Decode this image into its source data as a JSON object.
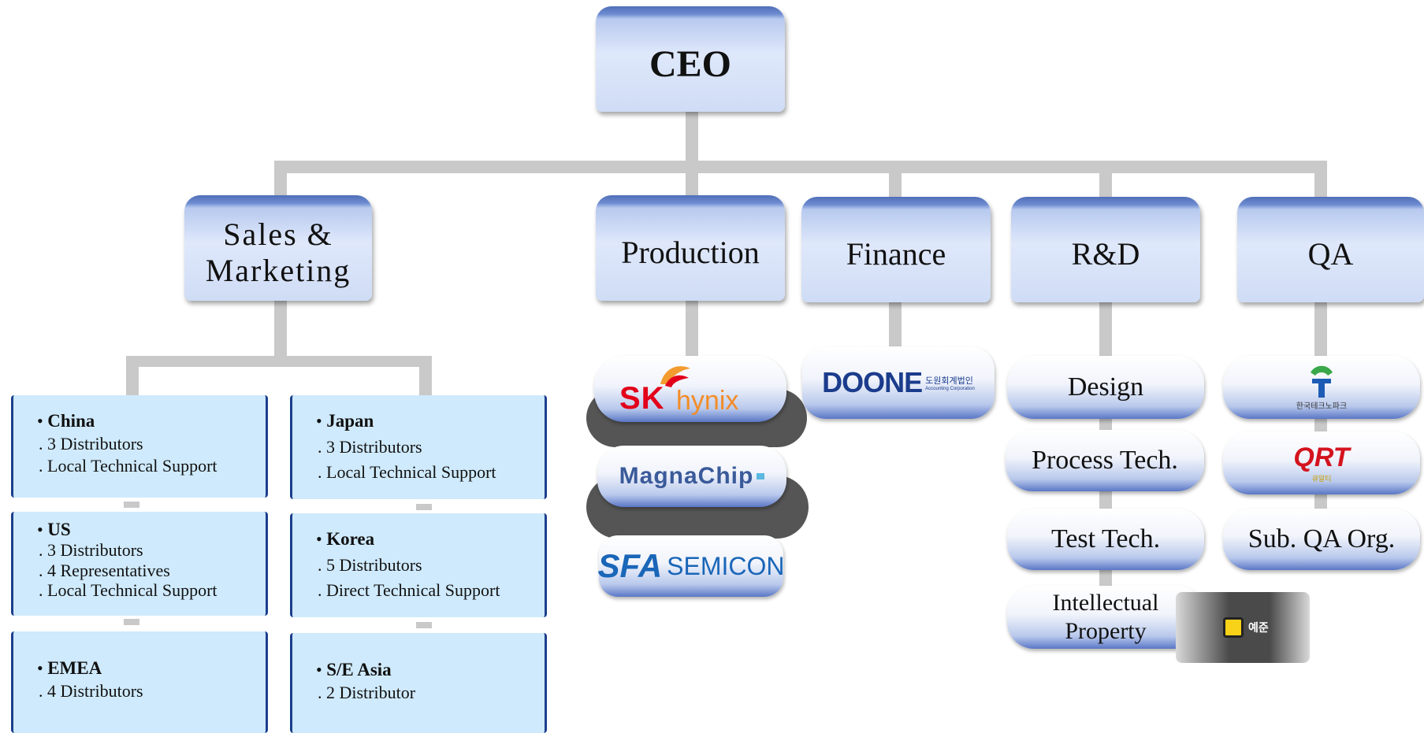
{
  "ceo": {
    "label": "CEO"
  },
  "departments": {
    "sales": {
      "line1": "Sales &",
      "line2": "Marketing"
    },
    "production": {
      "label": "Production"
    },
    "finance": {
      "label": "Finance"
    },
    "rnd": {
      "label": "R&D"
    },
    "qa": {
      "label": "QA"
    }
  },
  "regions": [
    {
      "name": "China",
      "items": [
        ". 3 Distributors",
        ". Local Technical Support"
      ]
    },
    {
      "name": "Japan",
      "items": [
        ". 3 Distributors",
        ". Local Technical Support"
      ]
    },
    {
      "name": "US",
      "items": [
        ". 3 Distributors",
        ". 4 Representatives",
        ". Local Technical Support"
      ]
    },
    {
      "name": "Korea",
      "items": [
        ". 5 Distributors",
        ". Direct Technical Support"
      ]
    },
    {
      "name": "EMEA",
      "items": [
        ". 4 Distributors"
      ]
    },
    {
      "name": "S/E Asia",
      "items": [
        ". 2 Distributor"
      ]
    }
  ],
  "bullet": "•",
  "production_partners": {
    "sk_hynix": {
      "sk": "SK",
      "hynix": "hynix"
    },
    "magnachip": {
      "label": "MagnaChip"
    },
    "sfa": {
      "sfa": "SFA",
      "semicon": "SEMICON"
    }
  },
  "finance_partner": {
    "doone": "DOONE",
    "korean": "도원회계법인",
    "sub": "Accounting Corporation"
  },
  "rnd_items": {
    "design": "Design",
    "process": "Process Tech.",
    "test": "Test Tech.",
    "ip_line1": "Intellectual",
    "ip_line2": "Property",
    "ip_partner": "예준"
  },
  "qa_items": {
    "partner1_caption": "한국테크노파크",
    "qrt": "QRT",
    "qrt_caption": "큐알티",
    "sub_qa": "Sub. QA Org."
  },
  "colors": {
    "connector": "#c9c9c9",
    "region_fill": "#cfeafc",
    "region_border": "#1c3f8c",
    "box_top": "#4f6fb8"
  }
}
